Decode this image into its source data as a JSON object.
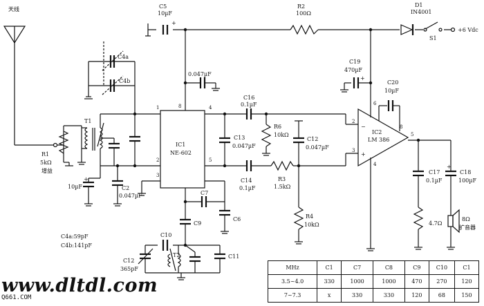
{
  "labels": {
    "antenna": "天线",
    "c5": "C5",
    "c5_val": "10µF",
    "r2": "R2",
    "r2_val": "100Ω",
    "d1": "D1",
    "d1_val": "IN4001",
    "s1": "S1",
    "vcc": "+6 Vdc",
    "c4a": "C4a",
    "c4b": "C4b",
    "cap_0047_top": "0.047µF",
    "c19": "C19",
    "c19_val": "470µF",
    "c20": "C20",
    "c20_val": "10µF",
    "c16": "C16",
    "c16_val": "0.1µF",
    "c13": "C13",
    "c13_val": "0.047µF",
    "r6": "R6",
    "r6_val": "10kΩ",
    "c12": "C12",
    "c12_val": "0.047µF",
    "c14": "C14",
    "c14_val": "0.1µF",
    "r3": "R3",
    "r3_val": "1.5kΩ",
    "r4": "R4",
    "r4_val": "10kΩ",
    "t1": "T1",
    "r1": "R1",
    "r1_val": "5kΩ",
    "r1_desc": "增益",
    "cap_10uf_left": "10µF",
    "c2": "C2",
    "c2_val": "0.047µF",
    "ic1": "IC1",
    "ic1_part": "NE-602",
    "c7": "C7",
    "c9": "C9",
    "c6": "C6",
    "c10": "C10",
    "c11": "C11",
    "c12b": "C12",
    "c12b_val": "365pF",
    "t2": "T2",
    "ic2": "IC2",
    "ic2_part": "LM 386",
    "c17": "C17",
    "c17_val": "0.1µF",
    "c18": "C18",
    "c18_val": "100µF",
    "r5": "4.7Ω",
    "speaker": "8Ω",
    "speaker_desc": "扩音器",
    "c4a_spec": "C4a:59pF",
    "c4b_spec": "C4b:141pF",
    "pin1": "1",
    "pin2": "2",
    "pin3": "3",
    "pin4": "4",
    "pin5": "5",
    "pin8": "8",
    "amp_pin2": "2",
    "amp_pin3": "3",
    "amp_pin4": "4",
    "amp_pin5": "5",
    "amp_pin6": "6",
    "amp_pin8": "8",
    "amp_minus": "−",
    "amp_plus": "+"
  },
  "table": {
    "header": [
      "MHz",
      "C1",
      "C7",
      "C8",
      "C9",
      "C10",
      "C1"
    ],
    "rows": [
      [
        "3.5~4.0",
        "330",
        "1000",
        "1000",
        "470",
        "270",
        "120"
      ],
      [
        "7~7.3",
        "x",
        "330",
        "330",
        "120",
        "68",
        "150"
      ]
    ]
  },
  "watermark": "www.dltdl.com",
  "watermark_small": "Q661.COM"
}
